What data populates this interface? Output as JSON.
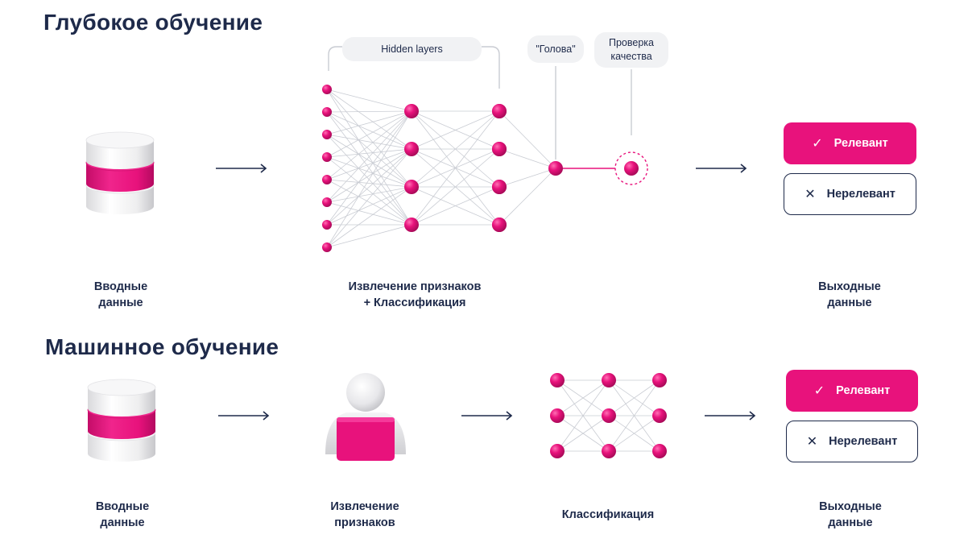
{
  "colors": {
    "accent": "#e8127c",
    "dark": "#1e2a4a",
    "line": "#c9ccd3",
    "pill_bg": "#f1f2f4"
  },
  "deep": {
    "title": "Глубокое обучение",
    "hidden_layers": "Hidden layers",
    "head": "\"Голова\"",
    "quality_check": "Проверка\nкачества",
    "input_label": "Вводные\nданные",
    "extract_label": "Извлечение признаков\n+ Классификация",
    "output_label": "Выходные\nданные",
    "relevant": "Релевант",
    "irrelevant": "Нерелевант"
  },
  "ml": {
    "title": "Машинное обучение",
    "input_label": "Вводные\nданные",
    "extract_label": "Извлечение\nпризнаков",
    "classify_label": "Классификация",
    "output_label": "Выходные\nданные",
    "relevant": "Релевант",
    "irrelevant": "Нерелевант"
  },
  "icons": {
    "database": "database-icon",
    "person": "person-laptop-icon",
    "check": "✓",
    "cross": "✕",
    "arrow": "arrow-right-icon"
  }
}
